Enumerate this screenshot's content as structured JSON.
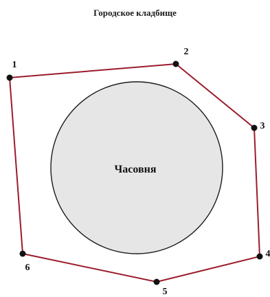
{
  "title": "Городское кладбище",
  "chapel": {
    "label": "Часовня",
    "fill_color": "#e6e6e6",
    "stroke_color": "#1a1a1a"
  },
  "boundary": {
    "stroke_color": "#9b1b2b",
    "vertex_color": "#111111",
    "vertices": [
      {
        "label": "1"
      },
      {
        "label": "2"
      },
      {
        "label": "3"
      },
      {
        "label": "4"
      },
      {
        "label": "5"
      },
      {
        "label": "6"
      }
    ]
  }
}
